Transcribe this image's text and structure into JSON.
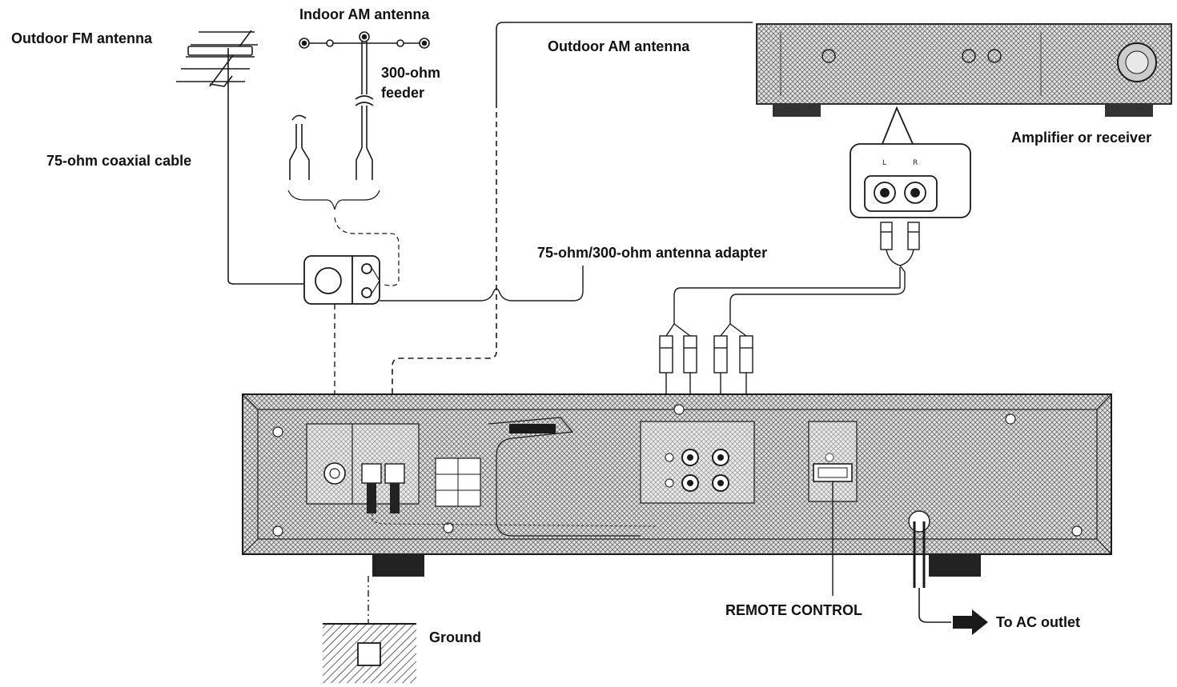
{
  "labels": {
    "indoor_am_antenna": "Indoor AM antenna",
    "outdoor_fm_antenna": "Outdoor FM antenna",
    "outdoor_am_antenna": "Outdoor AM antenna",
    "ohm300_line1": "300-ohm",
    "ohm300_line2": "feeder",
    "coaxial_cable": "75-ohm coaxial cable",
    "antenna_adapter": "75-ohm/300-ohm antenna adapter",
    "amplifier": "Amplifier or receiver",
    "remote_control": "REMOTE CONTROL",
    "to_ac_outlet": "To AC outlet",
    "ground": "Ground"
  },
  "colors": {
    "line": "#1a1a1a",
    "panel_hatch": "#555555",
    "panel_bg": "#d9d9d9"
  }
}
